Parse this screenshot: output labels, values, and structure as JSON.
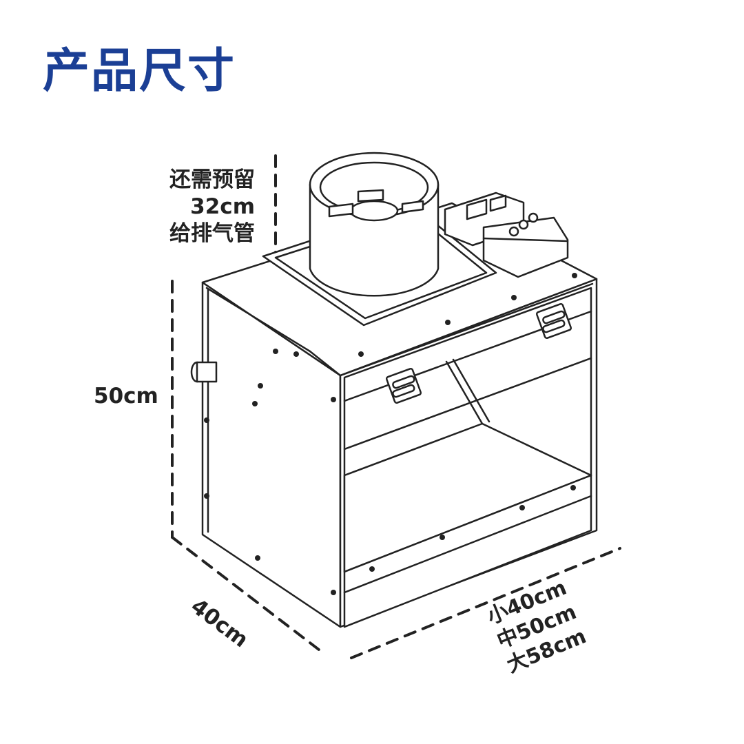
{
  "title": "产品尺寸",
  "exhaust_note": {
    "line1": "还需预留",
    "line2": "32cm",
    "line3": "给排气管"
  },
  "dimensions": {
    "height": "50cm",
    "depth": "40cm",
    "width": {
      "small": "小40cm",
      "medium": "中50cm",
      "large": "大58cm"
    }
  },
  "colors": {
    "title": "#1b3f95",
    "line": "#222222"
  },
  "icons": {
    "fan": "exhaust-fan-icon",
    "switch_panel": "control-panel-icon"
  }
}
